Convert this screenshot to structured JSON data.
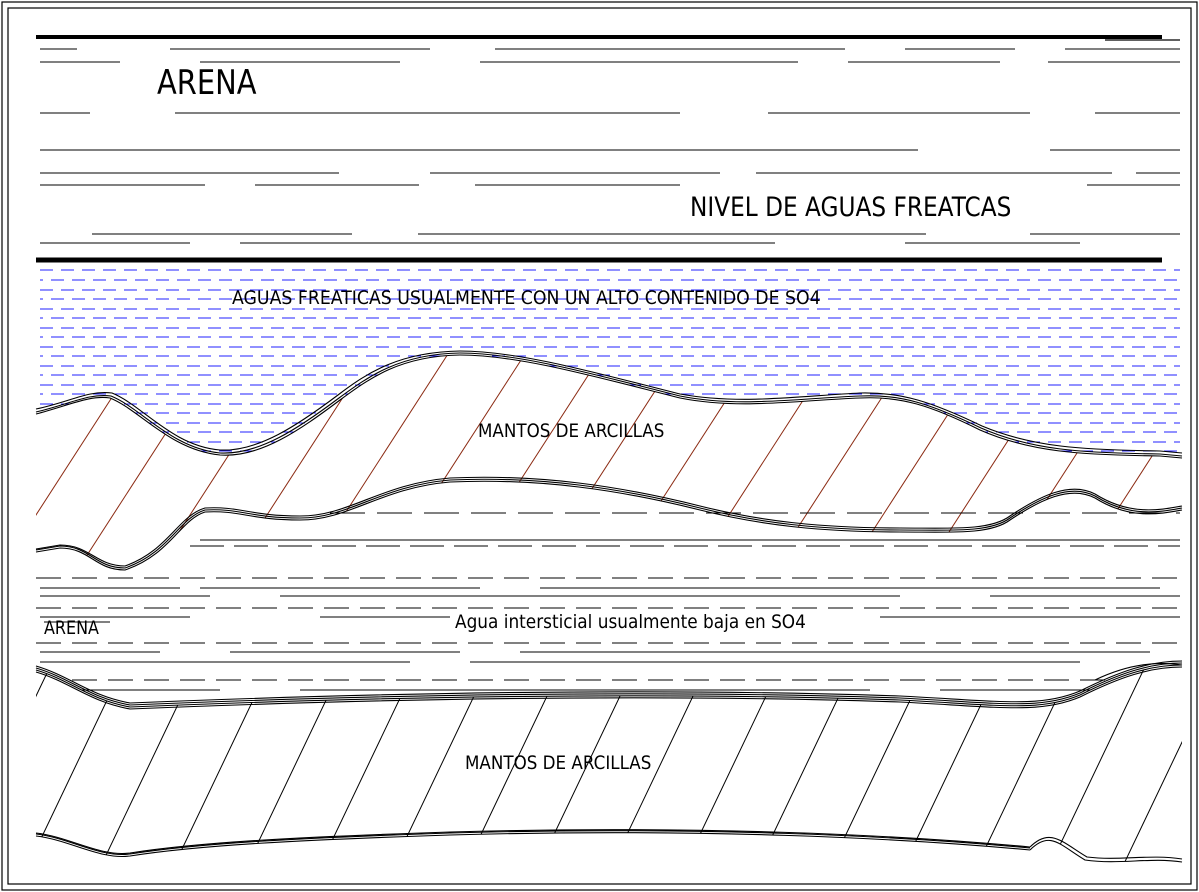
{
  "labels": {
    "arena_top": "ARENA",
    "nivel_aguas": "NIVEL DE AGUAS FREATCAS",
    "aguas_freaticas": "AGUAS FREATICAS USUALMENTE CON UN ALTO CONTENIDO DE SO4",
    "mantos_upper": "MANTOS DE ARCILLAS",
    "arena_lower": "ARENA",
    "agua_intersticial": "Agua intersticial usualmente baja en SO4",
    "mantos_lower": "MANTOS DE ARCILLAS"
  },
  "colors": {
    "line": "#000000",
    "water_dash": "#2020ff",
    "clay_hatch_upper": "#8b2a12",
    "clay_hatch_lower": "#000000"
  }
}
